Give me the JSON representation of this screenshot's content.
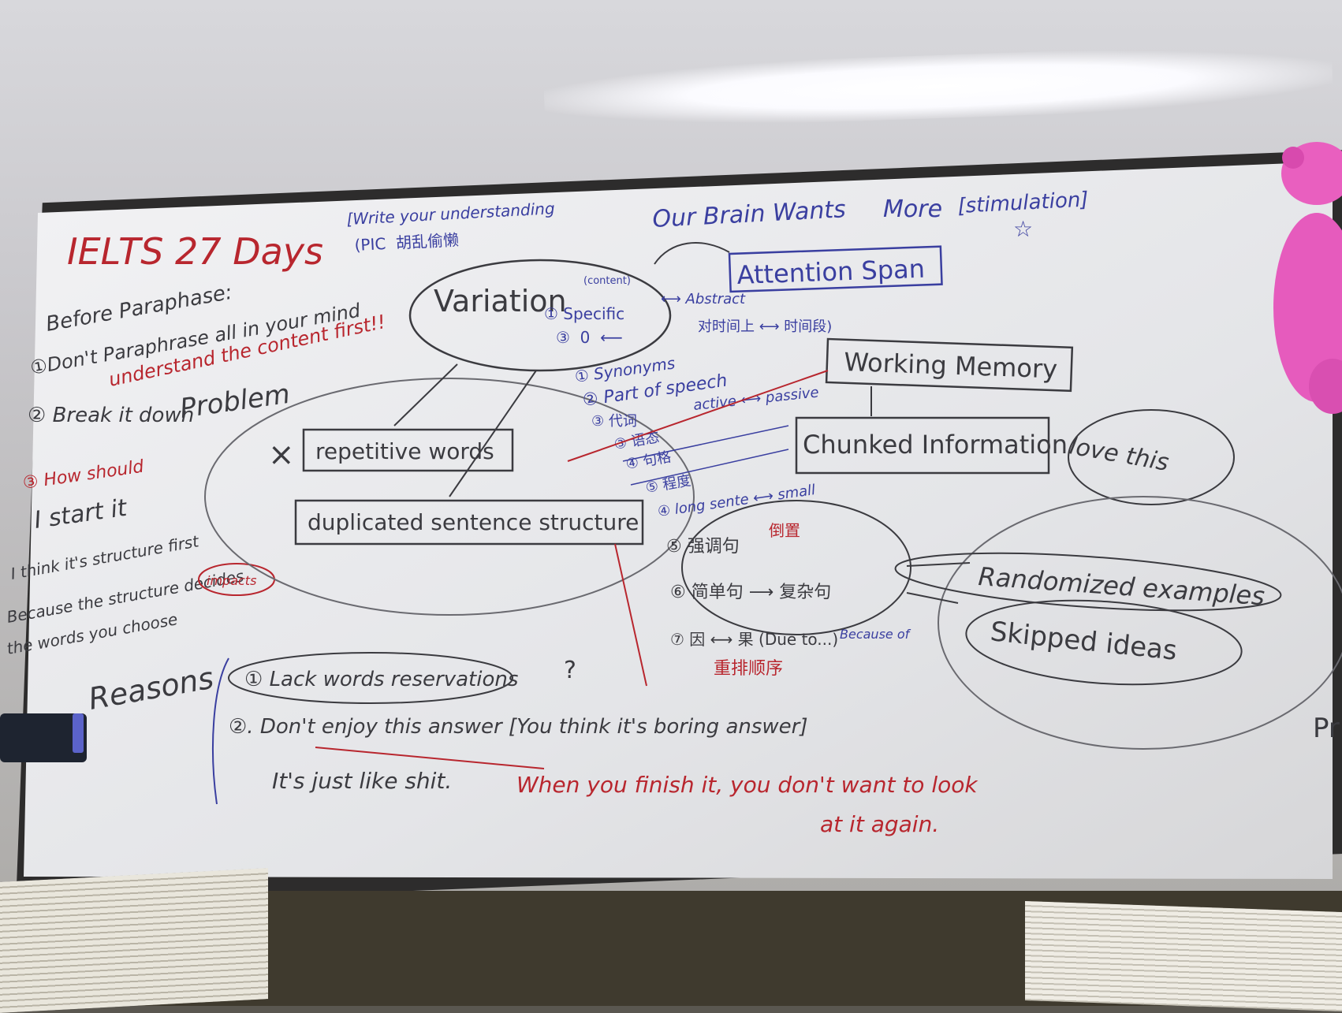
{
  "board": {
    "title": "IELTS 27 Days",
    "bracket_note_1": "[Write your understanding",
    "bracket_note_2": "(PIC  胡乱偷懒",
    "brain_wants": "Our Brain Wants",
    "more": "More",
    "stimulation": "[stimulation]",
    "attention_span": "Attention Span",
    "variation": "Variation",
    "variation_sub": "(content)",
    "specific": "① Specific",
    "abstract": "⟷ Abstract",
    "zero": "③  0  ⟵",
    "time_note": "对时间上 ⟷ 时间段)",
    "working_memory": "Working Memory",
    "chunked_information": "Chunked Information",
    "love_this": "love this",
    "before_paraphase": "Before Paraphase:",
    "dont_paraphrase": "①Don't Paraphrase all in your mind",
    "understand_first": "understand the content first!!",
    "problem": "Problem",
    "break_it_down": "② Break it down",
    "how_should": "③ How should",
    "start_it": "I start it",
    "i_think": "I think it's structure first",
    "because_structure": "Because the structure decides",
    "impacts": "impacts",
    "words_you_choose": "the words you choose",
    "repetitive_words": "repetitive words",
    "duplicated_structure": "duplicated sentence structure",
    "synonyms": "① Synonyms",
    "part_of_speech": "② Part of speech",
    "item_3": "③ 代词",
    "active_passive": "active ⟷ passive",
    "item_3b": "③ 语态",
    "item_4": "④ 句格",
    "item_5": "⑤ 程度",
    "long_sentence": "④ long sente ⟷ small",
    "emphasis": "⑤ 强调句",
    "item_6_a": "倒置",
    "item_6": "⑥ 简单句 ⟶ 复杂句",
    "item_7": "⑦ 因 ⟷ 果 (Due to...)",
    "because_of": "Because of",
    "order_note": "重排顺序",
    "randomized_examples": "Randomized examples",
    "skipped_ideas": "Skipped ideas",
    "reasons": "Reasons",
    "reason_1": "① Lack words reservations",
    "reason_2": "②. Don't enjoy this answer [You think it's boring answer]",
    "its_just": "It's just like shit.",
    "when_finish": "When you finish it, you don't want to look",
    "at_it_again": "at it again.",
    "question_mark": "?",
    "side_mark": "Pr"
  },
  "colors": {
    "blue_ink": "#3a3fa0",
    "red_ink": "#b8262e",
    "black_ink": "#3b3b40",
    "board": "#e9eaec"
  }
}
